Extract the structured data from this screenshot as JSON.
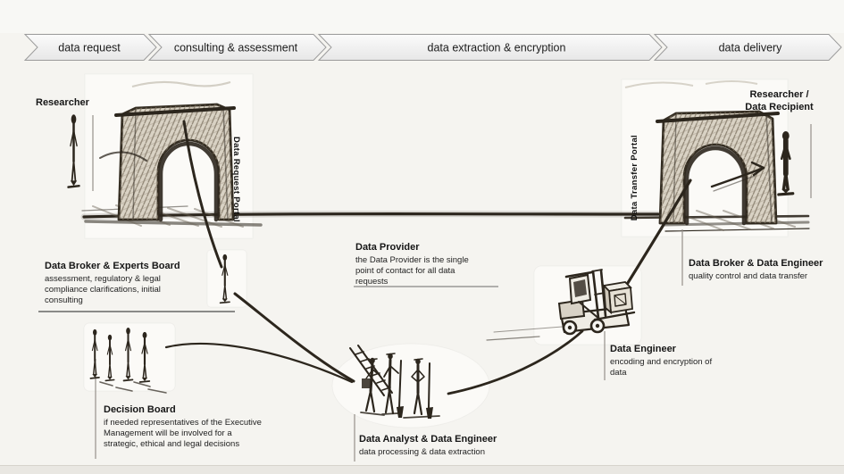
{
  "colors": {
    "background": "#f5f4f0",
    "sketch_ink": "#2c261d",
    "chevron_fill_top": "#fbfbfb",
    "chevron_fill_bottom": "#e9e9e9",
    "chevron_border": "#9b9b9b",
    "text": "#161616"
  },
  "process_bar": {
    "stages": [
      {
        "label": "data request"
      },
      {
        "label": "consulting & assessment"
      },
      {
        "label": "data extraction & encryption"
      },
      {
        "label": "data delivery"
      }
    ]
  },
  "portals": {
    "left_label": "Data Request Portal",
    "right_label": "Data Transfer Portal"
  },
  "actors": {
    "researcher": "Researcher",
    "recipient_line1": "Researcher /",
    "recipient_line2": "Data Recipient"
  },
  "annotations": {
    "broker_board": {
      "title": "Data Broker & Experts Board",
      "lines": [
        "assessment, regulatory & legal",
        "compliance clarifications, initial",
        "consulting"
      ]
    },
    "data_provider": {
      "title": "Data Provider",
      "lines": [
        "the Data Provider is the single",
        "point of contact for all data",
        "requests"
      ]
    },
    "decision_board": {
      "title": "Decision Board",
      "lines": [
        "if needed representatives of the Executive",
        "Management will be involved for a",
        "strategic, ethical and legal decisions"
      ]
    },
    "data_analyst": {
      "title": "Data Analyst & Data Engineer",
      "lines": [
        "data processing & data extraction"
      ]
    },
    "data_engineer": {
      "title": "Data Engineer",
      "lines": [
        "encoding and encryption of",
        "data"
      ]
    },
    "broker_engineer": {
      "title": "Data Broker & Data Engineer",
      "lines": [
        "quality control and data transfer"
      ]
    }
  }
}
